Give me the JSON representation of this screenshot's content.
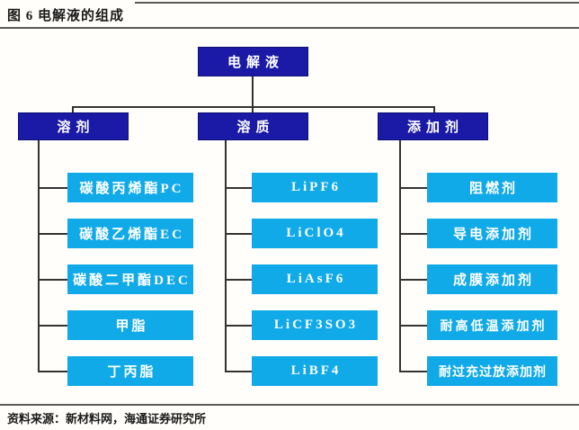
{
  "header": {
    "title": "图 6  电解液的组成"
  },
  "footer": {
    "source_label": "资料来源：",
    "source_text": "新材料网，海通证券研究所"
  },
  "colors": {
    "navy": "#1a1aa6",
    "cyan": "#11aae8",
    "line": "#333333"
  },
  "tree": {
    "root": {
      "label": "电解液"
    },
    "columns": [
      {
        "label": "溶剂",
        "children": [
          "碳酸丙烯酯PC",
          "碳酸乙烯酯EC",
          "碳酸二甲酯DEC",
          "甲脂",
          "丁丙脂"
        ]
      },
      {
        "label": "溶质",
        "children": [
          "LiPF6",
          "LiClO4",
          "LiAsF6",
          "LiCF3SO3",
          "LiBF4"
        ]
      },
      {
        "label": "添加剂",
        "children": [
          "阻燃剂",
          "导电添加剂",
          "成膜添加剂",
          "耐高低温添加剂",
          "耐过充过放添加剂"
        ]
      }
    ]
  }
}
